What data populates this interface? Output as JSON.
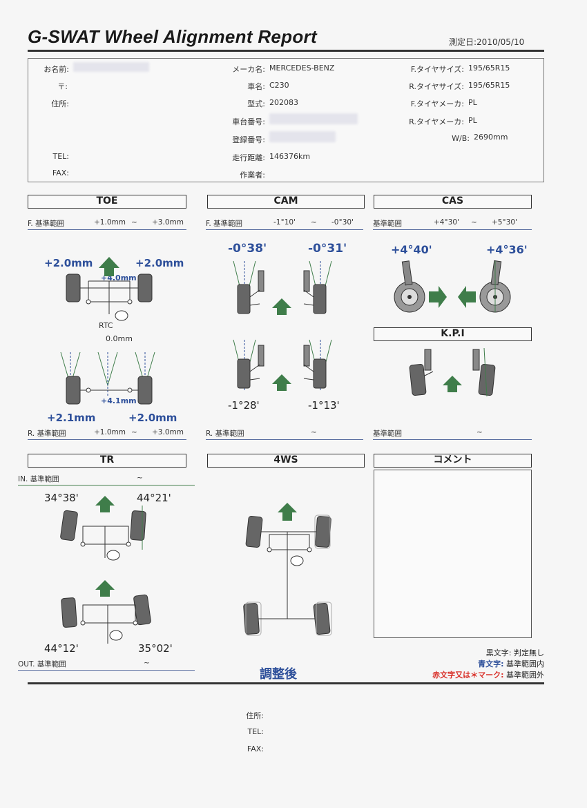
{
  "header": {
    "title": "G-SWAT Wheel Alignment Report",
    "date_label": "測定日:",
    "date": "2010/05/10"
  },
  "customer": {
    "name_label": "お名前:",
    "zip_label": "〒:",
    "address_label": "住所:",
    "tel_label": "TEL:",
    "fax_label": "FAX:"
  },
  "vehicle": {
    "maker_label": "メーカ名:",
    "maker": "MERCEDES-BENZ",
    "model_label": "車名:",
    "model": "C230",
    "type_label": "型式:",
    "type": "202083",
    "chassis_label": "車台番号:",
    "reg_label": "登録番号:",
    "mileage_label": "走行距離:",
    "mileage": "146376km",
    "worker_label": "作業者:"
  },
  "tires": {
    "f_size_label": "F.タイヤサイズ:",
    "f_size": "195/65R15",
    "r_size_label": "R.タイヤサイズ:",
    "r_size": "195/65R15",
    "f_maker_label": "F.タイヤメーカ:",
    "f_maker": "PL",
    "r_maker_label": "R.タイヤメーカ:",
    "r_maker": "PL",
    "wb_label": "W/B:",
    "wb": "2690mm"
  },
  "toe": {
    "title": "TOE",
    "f_range_label": "F. 基準範囲",
    "f_min": "+1.0mm",
    "tilde": "~",
    "f_max": "+3.0mm",
    "front_left": "+2.0mm",
    "front_right": "+2.0mm",
    "front_total": "+4.0mm",
    "rtc_label": "RTC",
    "rtc_value": "0.0mm",
    "rear_total": "+4.1mm",
    "rear_left": "+2.1mm",
    "rear_right": "+2.0mm",
    "r_range_label": "R. 基準範囲",
    "r_min": "+1.0mm",
    "r_max": "+3.0mm"
  },
  "cam": {
    "title": "CAM",
    "f_range_label": "F. 基準範囲",
    "f_min": "-1°10'",
    "tilde": "~",
    "f_max": "-0°30'",
    "front_left": "-0°38'",
    "front_right": "-0°31'",
    "rear_left": "-1°28'",
    "rear_right": "-1°13'",
    "r_range_label": "R. 基準範囲",
    "r_tilde": "~"
  },
  "cas": {
    "title": "CAS",
    "range_label": "基準範囲",
    "min": "+4°30'",
    "tilde": "~",
    "max": "+5°30'",
    "left": "+4°40'",
    "right": "+4°36'"
  },
  "kpi": {
    "title": "K.P.I",
    "range_label": "基準範囲",
    "tilde": "~"
  },
  "tr": {
    "title": "TR",
    "in_range_label": "IN. 基準範囲",
    "in_tilde": "~",
    "in_left": "34°38'",
    "in_right": "44°21'",
    "out_left": "44°12'",
    "out_right": "35°02'",
    "out_range_label": "OUT. 基準範囲",
    "out_tilde": "~"
  },
  "fourws": {
    "title": "4WS"
  },
  "comment": {
    "title": "コメント"
  },
  "legend": {
    "black_label": "黒文字:",
    "black_text": "判定無し",
    "blue_label": "青文字:",
    "blue_text": "基準範囲内",
    "red_label": "赤文字又は＊マーク:",
    "red_text": "基準範囲外"
  },
  "footer": {
    "status": "調整後",
    "address_label": "住所:",
    "tel_label": "TEL:",
    "fax_label": "FAX:"
  },
  "colors": {
    "blue": "#2d4f9a",
    "green": "#3f7d4a",
    "red": "#d9322b"
  }
}
